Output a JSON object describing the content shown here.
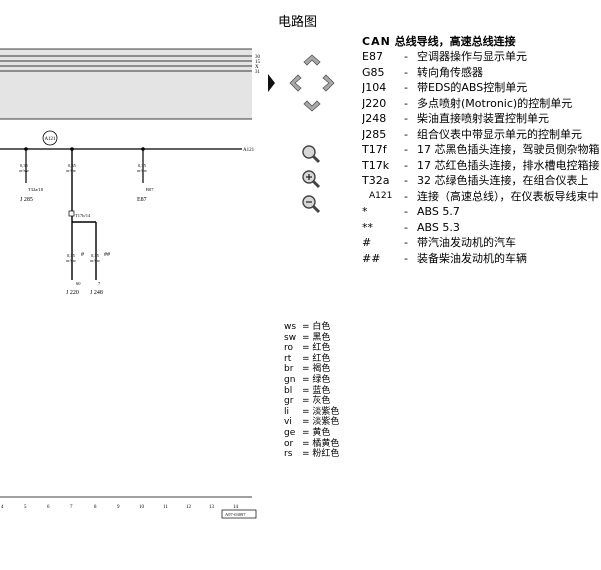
{
  "page_title": "电路图",
  "diagram": {
    "bus_lines": [
      "30",
      "15",
      "X",
      "31"
    ],
    "connector": "A121",
    "nodes": [
      {
        "wire": "0,35",
        "color": "or/sw",
        "pin": "T32a/18",
        "component": "J 285"
      },
      {
        "wire": "0,35",
        "color": "or/sw",
        "pin": "",
        "component": ""
      },
      {
        "wire": "0,35",
        "color": "or/sw",
        "pin": "B07",
        "component": "E87"
      }
    ],
    "splice": "T17b/14",
    "branches": [
      {
        "wire": "0,35",
        "color": "or/sw",
        "mark": "#",
        "pin": "60",
        "component": "J 220"
      },
      {
        "wire": "0,35",
        "color": "or/sw",
        "mark": "##",
        "pin": "7",
        "component": "J 248"
      }
    ],
    "scale": [
      "4",
      "5",
      "6",
      "7",
      "8",
      "9",
      "10",
      "11",
      "12",
      "13",
      "14"
    ],
    "drawing_number": "A97-03097"
  },
  "navigation": {
    "up": "arrow-up-icon",
    "down": "arrow-down-icon",
    "left": "arrow-left-icon",
    "right": "arrow-right-icon",
    "zoom": [
      "zoom-icon",
      "zoom-in-icon",
      "zoom-out-icon"
    ]
  },
  "legend": {
    "title_prefix": "CAN",
    "title_text": " 总线导线，高速总线连接",
    "items": [
      {
        "code": "E87",
        "desc": "空调器操作与显示单元"
      },
      {
        "code": "G85",
        "desc": "转向角传感器"
      },
      {
        "code": "J104",
        "desc": "带EDS的ABS控制单元"
      },
      {
        "code": "J220",
        "desc": "多点喷射(Motronic)的控制单元"
      },
      {
        "code": "J248",
        "desc": "柴油直接喷射装置控制单元"
      },
      {
        "code": "J285",
        "desc": "组合仪表中带显示单元的控制单元"
      },
      {
        "code": "T17f",
        "desc": "17 芯黑色插头连接，驾驶员侧杂物箱"
      },
      {
        "code": "T17k",
        "desc": "17 芯红色插头连接，排水槽电控箱接"
      },
      {
        "code": "T32a",
        "desc": "32 芯绿色插头连接，在组合仪表上"
      },
      {
        "code": "A121",
        "desc": "连接（高速总线），在仪表板导线束中"
      },
      {
        "code": "*",
        "desc": "ABS 5.7"
      },
      {
        "code": "**",
        "desc": "ABS 5.3"
      },
      {
        "code": "#",
        "desc": "带汽油发动机的汽车"
      },
      {
        "code": "##",
        "desc": "装备柴油发动机的车辆"
      }
    ]
  },
  "wire_colors": [
    {
      "abbr": "ws",
      "name": "白色"
    },
    {
      "abbr": "sw",
      "name": "黑色"
    },
    {
      "abbr": "ro",
      "name": "红色"
    },
    {
      "abbr": "rt",
      "name": "红色"
    },
    {
      "abbr": "br",
      "name": "褐色"
    },
    {
      "abbr": "gn",
      "name": "绿色"
    },
    {
      "abbr": "bl",
      "name": "蓝色"
    },
    {
      "abbr": "gr",
      "name": "灰色"
    },
    {
      "abbr": "li",
      "name": "淡紫色"
    },
    {
      "abbr": "vi",
      "name": "淡紫色"
    },
    {
      "abbr": "ge",
      "name": "黄色"
    },
    {
      "abbr": "or",
      "name": "橘黄色"
    },
    {
      "abbr": "rs",
      "name": "粉红色"
    }
  ]
}
